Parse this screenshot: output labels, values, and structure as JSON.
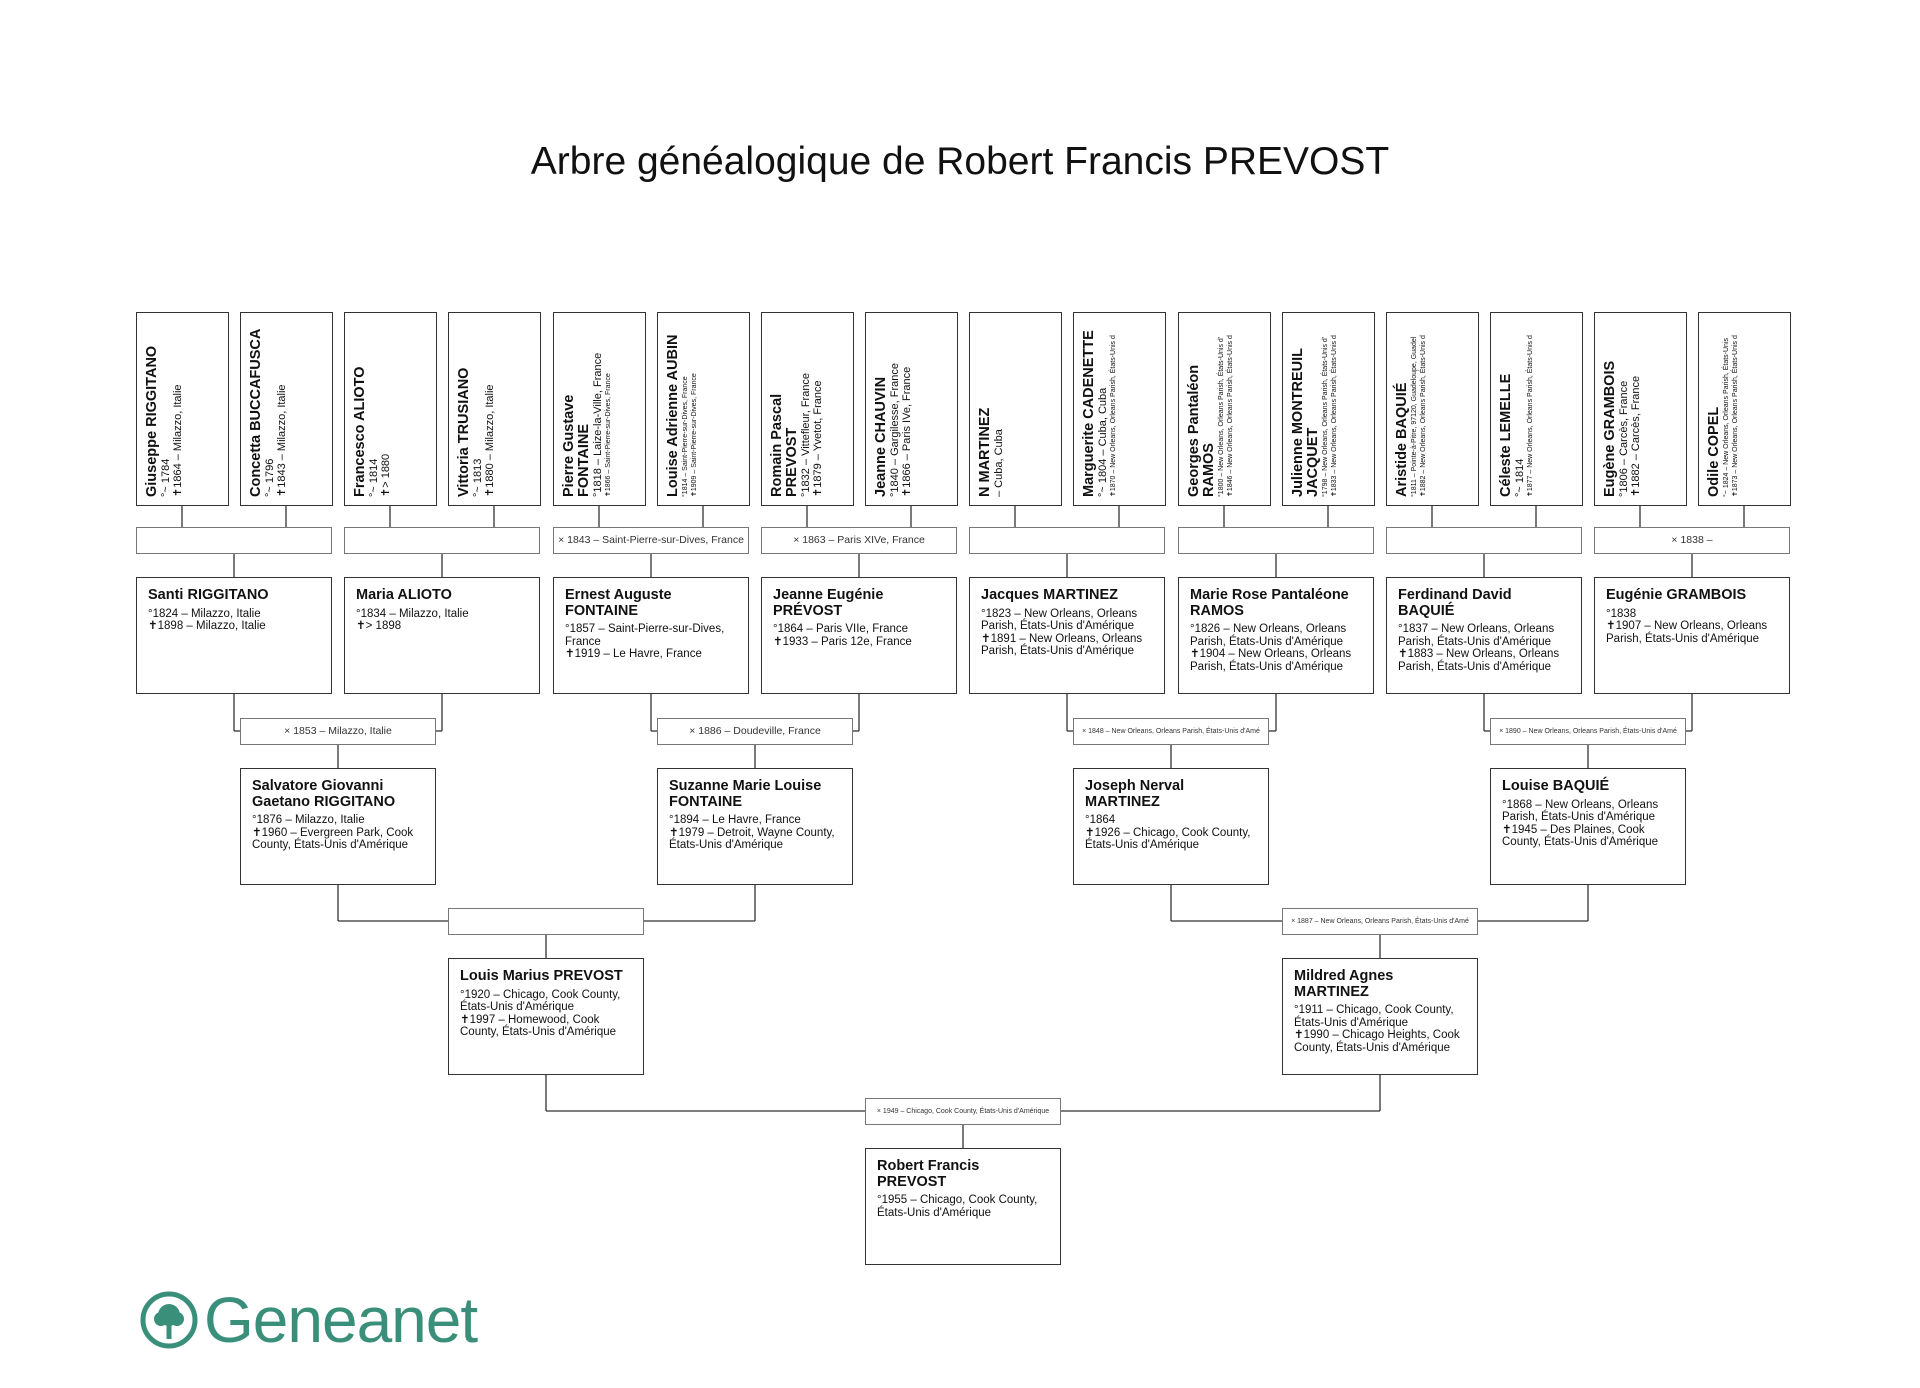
{
  "title": "Arbre généalogique de Robert Francis PREVOST",
  "brand": {
    "name": "Geneanet",
    "color": "#3a8f7a",
    "icon": "tree-icon"
  },
  "gen4": [
    {
      "name": "Giuseppe RIGGITANO",
      "lines": [
        "°~ 1784",
        "✝1864 – Milazzo, Italie"
      ]
    },
    {
      "name": "Concetta BUCCAFUSCA",
      "lines": [
        "°~ 1796",
        "✝1843 – Milazzo, Italie"
      ]
    },
    {
      "name": "Francesco ALIOTO",
      "lines": [
        "°~ 1814",
        "✝> 1880"
      ]
    },
    {
      "name": "Vittoria TRUSIANO",
      "lines": [
        "°~ 1813",
        "✝1880 – Milazzo, Italie"
      ]
    },
    {
      "name": "Pierre Gustave FONTAINE",
      "lines": [
        "°1818 – Laize-la-Ville, France",
        "✝1866 – Saint-Pierre-sur-Dives, France"
      ]
    },
    {
      "name": "Louise Adrienne AUBIN",
      "lines": [
        "°1814 – Saint-Pierre-sur-Dives, France",
        "✝1909 – Saint-Pierre-sur-Dives, France"
      ]
    },
    {
      "name": "Romain Pascal PREVOST",
      "lines": [
        "°1832 – Vittefleur, France",
        "✝1879 – Yvetot, France"
      ]
    },
    {
      "name": "Jeanne CHAUVIN",
      "lines": [
        "°1840 – Gargilesse, France",
        "✝1866 – Paris IVe, France"
      ]
    },
    {
      "name": "N MARTINEZ",
      "lines": [
        "– Cuba, Cuba"
      ]
    },
    {
      "name": "Marguerite CADENETTE",
      "lines": [
        "°~ 1804 – Cuba, Cuba",
        "✝1870 – New Orleans, Orleans Parish, États-Unis d"
      ]
    },
    {
      "name": "Georges Pantaléon RAMOS",
      "lines": [
        "°1800 – New Orleans, Orleans Parish, États-Unis d'",
        "✝1846 – New Orleans, Orleans Parish, États-Unis d"
      ]
    },
    {
      "name": "Julienne MONTREUIL JACQUET",
      "lines": [
        "°1798 – New Orleans, Orleans Parish, États-Unis d'",
        "✝1833 – New Orleans, Orleans Parish, États-Unis d"
      ]
    },
    {
      "name": "Aristide BAQUIÉ",
      "lines": [
        "°1811 – Pointe-à-Pitre, 97120, Guadeloupe, Guadel",
        "✝1882 – New Orleans, Orleans Parish, États-Unis d"
      ]
    },
    {
      "name": "Céleste LEMELLE",
      "lines": [
        "°~ 1814",
        "✝1877 – New Orleans, Orleans Parish, États-Unis d"
      ]
    },
    {
      "name": "Eugène GRAMBOIS",
      "lines": [
        "°1806 – Carcès, France",
        "✝1882 – Carcès, France"
      ]
    },
    {
      "name": "Odile COPEL",
      "lines": [
        "°~ 1824 – New Orleans, Orleans Parish, États-Unis",
        "✝1873 – New Orleans, Orleans Parish, États-Unis d"
      ]
    }
  ],
  "gen4_marriages": [
    "",
    "",
    "× 1843 – Saint-Pierre-sur-Dives, France",
    "× 1863 – Paris XIVe, France",
    "",
    "",
    "",
    "× 1838 –"
  ],
  "gen3": [
    {
      "name": "Santi RIGGITANO",
      "lines": [
        "°1824 – Milazzo, Italie",
        "✝1898 – Milazzo, Italie"
      ]
    },
    {
      "name": "Maria ALIOTO",
      "lines": [
        "°1834 – Milazzo, Italie",
        "✝> 1898"
      ]
    },
    {
      "name": "Ernest Auguste FONTAINE",
      "lines": [
        "°1857 – Saint-Pierre-sur-Dives, France",
        "✝1919 – Le Havre, France"
      ]
    },
    {
      "name": "Jeanne Eugénie PRÉVOST",
      "lines": [
        "°1864 – Paris VIIe, France",
        "✝1933 – Paris 12e, France"
      ]
    },
    {
      "name": "Jacques MARTINEZ",
      "lines": [
        "°1823 – New Orleans, Orleans Parish, États-Unis d'Amérique",
        "✝1891 – New Orleans, Orleans Parish, États-Unis d'Amérique"
      ]
    },
    {
      "name": "Marie Rose Pantaléone RAMOS",
      "lines": [
        "°1826 – New Orleans, Orleans Parish, États-Unis d'Amérique",
        "✝1904 – New Orleans, Orleans Parish, États-Unis d'Amérique"
      ]
    },
    {
      "name": "Ferdinand David BAQUIÉ",
      "lines": [
        "°1837 – New Orleans, Orleans Parish, États-Unis d'Amérique",
        "✝1883 – New Orleans, Orleans Parish, États-Unis d'Amérique"
      ]
    },
    {
      "name": "Eugénie GRAMBOIS",
      "lines": [
        "°1838",
        "✝1907 – New Orleans, Orleans Parish, États-Unis d'Amérique"
      ]
    }
  ],
  "gen3_marriages": [
    "× 1853 – Milazzo, Italie",
    "× 1886 – Doudeville, France",
    "× 1848 – New Orleans, Orleans Parish, États-Unis d'Amé",
    "× 1890 – New Orleans, Orleans Parish, États-Unis d'Amé"
  ],
  "gen2": [
    {
      "name": "Salvatore Giovanni Gaetano RIGGITANO",
      "lines": [
        "°1876 – Milazzo, Italie",
        "✝1960 – Evergreen Park, Cook County, États-Unis d'Amérique"
      ]
    },
    {
      "name": "Suzanne Marie Louise FONTAINE",
      "lines": [
        "°1894 – Le Havre, France",
        "✝1979 – Detroit, Wayne County, États-Unis d'Amérique"
      ]
    },
    {
      "name": "Joseph Nerval MARTINEZ",
      "lines": [
        "°1864",
        "✝1926 – Chicago, Cook County, États-Unis d'Amérique"
      ]
    },
    {
      "name": "Louise BAQUIÉ",
      "lines": [
        "°1868 – New Orleans, Orleans Parish, États-Unis d'Amérique",
        "✝1945 – Des Plaines, Cook County, États-Unis d'Amérique"
      ]
    }
  ],
  "gen2_marriages": [
    "",
    "× 1887 – New Orleans, Orleans Parish, États-Unis d'Amé"
  ],
  "gen1": [
    {
      "name": "Louis Marius PREVOST",
      "lines": [
        "°1920 – Chicago, Cook County, États-Unis d'Amérique",
        "✝1997 – Homewood, Cook County, États-Unis d'Amérique"
      ]
    },
    {
      "name": "Mildred Agnes MARTINEZ",
      "lines": [
        "°1911 – Chicago, Cook County, États-Unis d'Amérique",
        "✝1990 – Chicago Heights, Cook County, États-Unis d'Amérique"
      ]
    }
  ],
  "gen1_marriage": "× 1949 – Chicago, Cook County, États-Unis d'Amérique",
  "root": {
    "name": "Robert Francis PREVOST",
    "lines": [
      "°1955 – Chicago, Cook County, États-Unis d'Amérique"
    ]
  }
}
